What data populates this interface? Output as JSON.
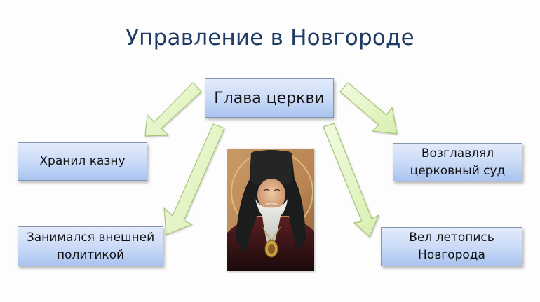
{
  "slide": {
    "title": "Управление в Новгороде",
    "center_box": {
      "label": "Глава церкви"
    },
    "left_boxes": [
      {
        "label": "Хранил казну"
      },
      {
        "label": "Занимался внешней\nполитикой"
      }
    ],
    "right_boxes": [
      {
        "label": "Возглавлял\nцерковный суд"
      },
      {
        "label": "Вел летопись\nНовгорода"
      }
    ],
    "portrait": {
      "description": "Icon-style portrait of an Orthodox bishop with white beard, black klobuk and panagia"
    },
    "colors": {
      "title": "#1f3c64",
      "box_top": "#e3ebfb",
      "box_bottom": "#a9c3f0",
      "box_border": "#8497b0",
      "arrow_fill": "#e6f5c6",
      "arrow_border": "#a6c47a"
    }
  }
}
